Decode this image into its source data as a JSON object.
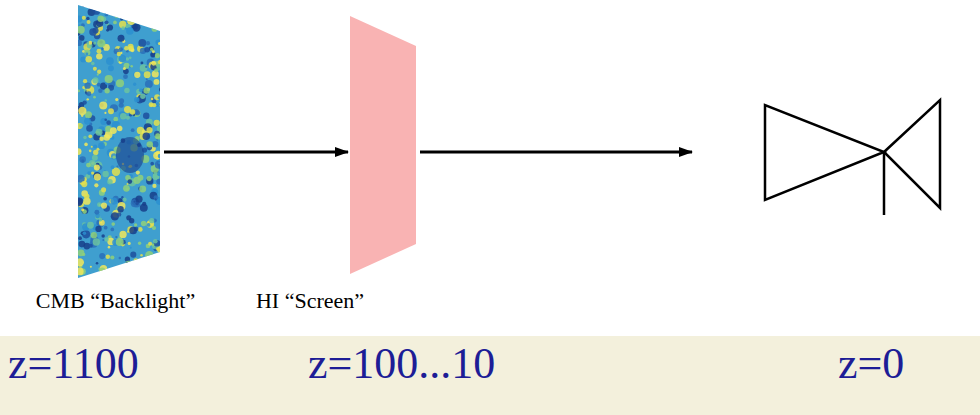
{
  "diagram": {
    "nodes": [
      {
        "text": [
          "CMB “Backlight”"
        ]
      },
      {
        "text": [
          "HI “Screen”"
        ]
      }
    ],
    "edges": [
      {
        "from": 0,
        "to": 1,
        "arrow": "to"
      }
    ],
    "labels": [
      "z=1100",
      "z=100...10",
      "z=0"
    ]
  }
}
